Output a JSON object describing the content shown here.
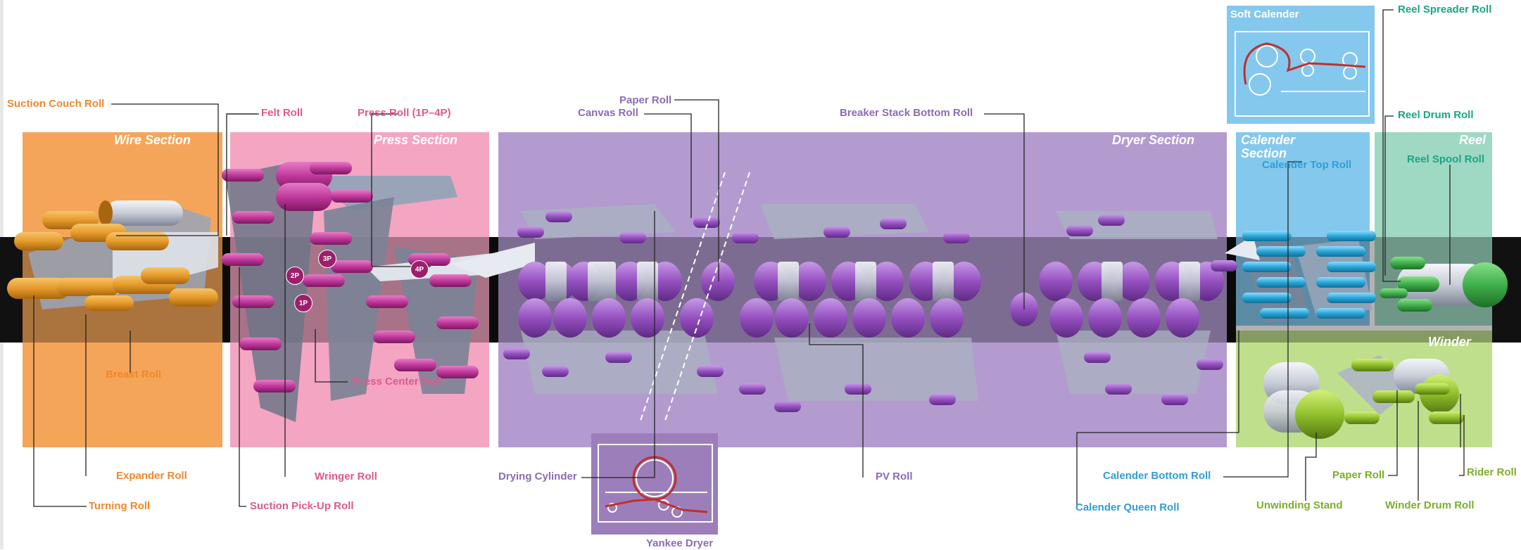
{
  "sections": {
    "wire": "Wire Section",
    "press": "Press Section",
    "dryer": "Dryer Section",
    "calender": "Calender Section",
    "reel": "Reel",
    "winder": "Winder"
  },
  "insets": {
    "soft_calender": "Soft Calender",
    "yankee_dryer": "Yankee Dryer"
  },
  "press_badges": [
    "1P",
    "2P",
    "3P",
    "4P"
  ],
  "labels": {
    "suction_couch_roll": "Suction Couch Roll",
    "felt_roll": "Felt Roll",
    "press_roll": "Press Roll (1P–4P)",
    "paper_roll_dryer": "Paper Roll",
    "canvas_roll": "Canvas Roll",
    "breaker_stack_bottom_roll": "Breaker Stack Bottom Roll",
    "breast_roll": "Breast Roll",
    "press_center_roll": "Press Center Roll",
    "expander_roll": "Expander Roll",
    "wringer_roll": "Wringer Roll",
    "drying_cylinder": "Drying Cylinder",
    "pv_roll": "PV Roll",
    "turning_roll": "Turning Roll",
    "suction_pickup_roll": "Suction Pick-Up Roll",
    "calender_top_roll": "Calender Top Roll",
    "calender_bottom_roll": "Calender Bottom Roll",
    "calender_queen_roll": "Calender Queen Roll",
    "reel_spreader_roll": "Reel Spreader Roll",
    "reel_drum_roll": "Reel Drum Roll",
    "reel_spool_roll": "Reel Spool Roll",
    "paper_roll_winder": "Paper Roll",
    "rider_roll": "Rider Roll",
    "unwinding_stand": "Unwinding Stand",
    "winder_drum_roll": "Winder Drum Roll"
  },
  "colors": {
    "wire": "#f5a55a",
    "press": "#f3a5c2",
    "dryer": "#b39bd0",
    "calender": "#84c8ee",
    "reel": "#9fd8c3",
    "winder": "#bfdf8c",
    "band": "#111111",
    "orange_roll": "#e59a2a",
    "magenta_roll": "#c0399b",
    "purple_roll": "#8f48b8",
    "blue_roll": "#2aa6d8",
    "green_roll": "#8fbf2a",
    "steel_roll": "#c7ccd6"
  }
}
